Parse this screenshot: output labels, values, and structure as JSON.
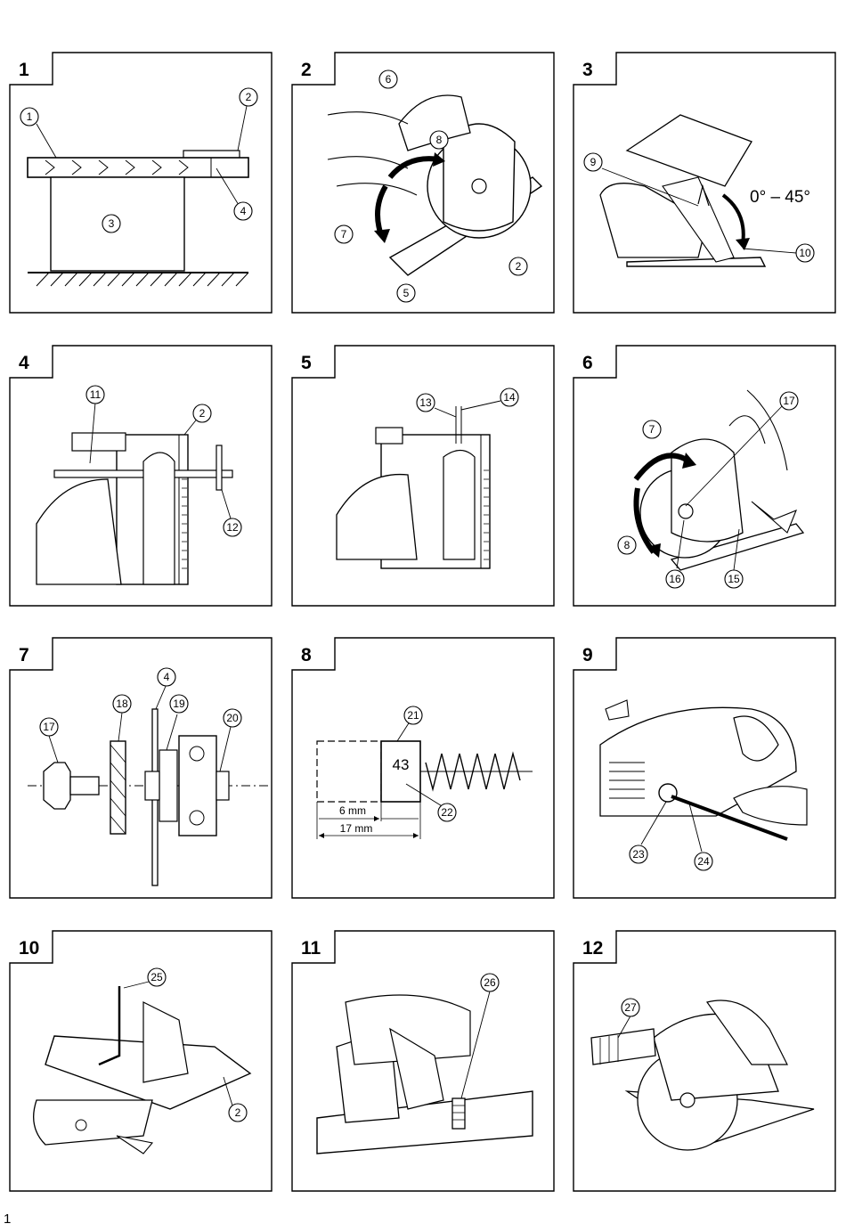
{
  "page": {
    "number": "1"
  },
  "panels": [
    {
      "id": "1",
      "callouts": [
        "1",
        "2",
        "3",
        "4"
      ]
    },
    {
      "id": "2",
      "callouts": [
        "6",
        "8",
        "7",
        "2",
        "5"
      ]
    },
    {
      "id": "3",
      "callouts": [
        "9",
        "10"
      ],
      "angle_label": "0° – 45°"
    },
    {
      "id": "4",
      "callouts": [
        "11",
        "2",
        "12"
      ]
    },
    {
      "id": "5",
      "callouts": [
        "13",
        "14"
      ]
    },
    {
      "id": "6",
      "callouts": [
        "7",
        "17",
        "8",
        "16",
        "15"
      ]
    },
    {
      "id": "7",
      "callouts": [
        "17",
        "18",
        "4",
        "19",
        "20"
      ]
    },
    {
      "id": "8",
      "callouts": [
        "21",
        "22"
      ],
      "brush_value": "43",
      "dim_short": "6 mm",
      "dim_long": "17 mm"
    },
    {
      "id": "9",
      "callouts": [
        "23",
        "24"
      ]
    },
    {
      "id": "10",
      "callouts": [
        "25",
        "2"
      ]
    },
    {
      "id": "11",
      "callouts": [
        "26"
      ]
    },
    {
      "id": "12",
      "callouts": [
        "27"
      ]
    }
  ],
  "icons": [
    "circle-number-icon",
    "rotation-arrow-icon"
  ]
}
